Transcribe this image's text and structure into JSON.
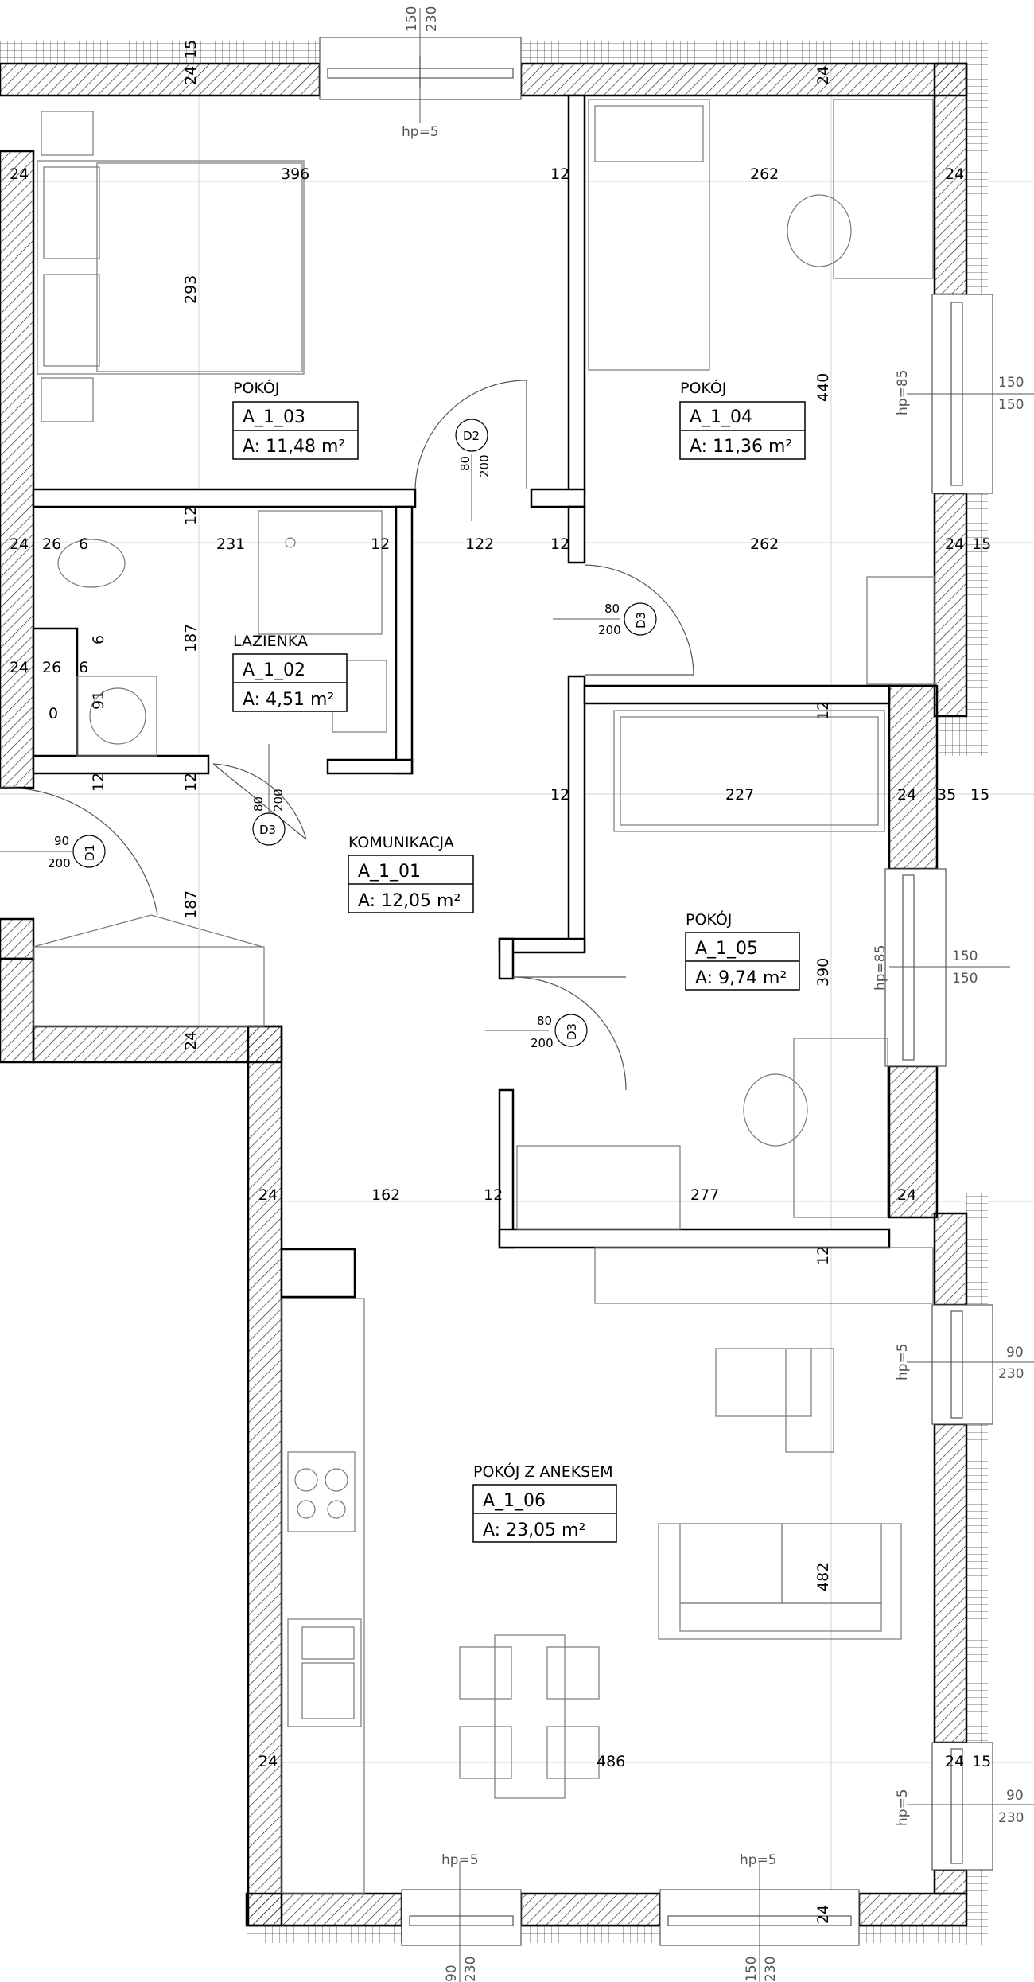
{
  "colors": {
    "wall": "#000000",
    "hatch": "#222222",
    "thin": "#555555",
    "guide": "#cccccc"
  },
  "rooms": {
    "r03": {
      "name": "POKÓJ",
      "code": "A_1_03",
      "area": "A: 11,48 m²"
    },
    "r04": {
      "name": "POKÓJ",
      "code": "A_1_04",
      "area": "A: 11,36 m²"
    },
    "r02": {
      "name": "LAZIENKA",
      "code": "A_1_02",
      "area": "A: 4,51 m²"
    },
    "r01": {
      "name": "KOMUNIKACJA",
      "code": "A_1_01",
      "area": "A: 12,05 m²"
    },
    "r05": {
      "name": "POKÓJ",
      "code": "A_1_05",
      "area": "A: 9,74 m²"
    },
    "r06": {
      "name": "POKÓJ Z ANEKSEM",
      "code": "A_1_06",
      "area": "A:    23,05 m²"
    }
  },
  "doors": {
    "d2": {
      "tag": "D2",
      "w": "80",
      "h": "200"
    },
    "d3a": {
      "tag": "D3",
      "w": "80",
      "h": "200"
    },
    "d3b": {
      "tag": "D3",
      "w": "80",
      "h": "200"
    },
    "d3c": {
      "tag": "D3",
      "w": "80",
      "h": "200"
    },
    "d1": {
      "tag": "D1",
      "w": "90",
      "h": "200"
    }
  },
  "windows": {
    "top1": {
      "hp": "hp=5",
      "a": "150",
      "b": "230"
    },
    "right1": {
      "hp": "hp=85",
      "a": "150",
      "b": "150"
    },
    "right2": {
      "hp": "hp=85",
      "a": "150",
      "b": "150"
    },
    "right3": {
      "hp": "hp=5",
      "a": "90",
      "b": "230"
    },
    "right4": {
      "hp": "hp=5",
      "a": "90",
      "b": "230"
    },
    "bottom1": {
      "hp": "hp=5",
      "a": "90",
      "b": "230"
    },
    "bottom2": {
      "hp": "hp=5",
      "a": "150",
      "b": "230"
    }
  },
  "dims": {
    "d24": "24",
    "d15": "15",
    "d396": "396",
    "d12": "12",
    "d262": "262",
    "d293": "293",
    "d440": "440",
    "d26": "26",
    "d6": "6",
    "d231": "231",
    "d122": "122",
    "d187": "187",
    "d91": "91",
    "d0": "0",
    "d227": "227",
    "d35": "35",
    "d390": "390",
    "d162": "162",
    "d277": "277",
    "d482": "482",
    "d486": "486"
  }
}
